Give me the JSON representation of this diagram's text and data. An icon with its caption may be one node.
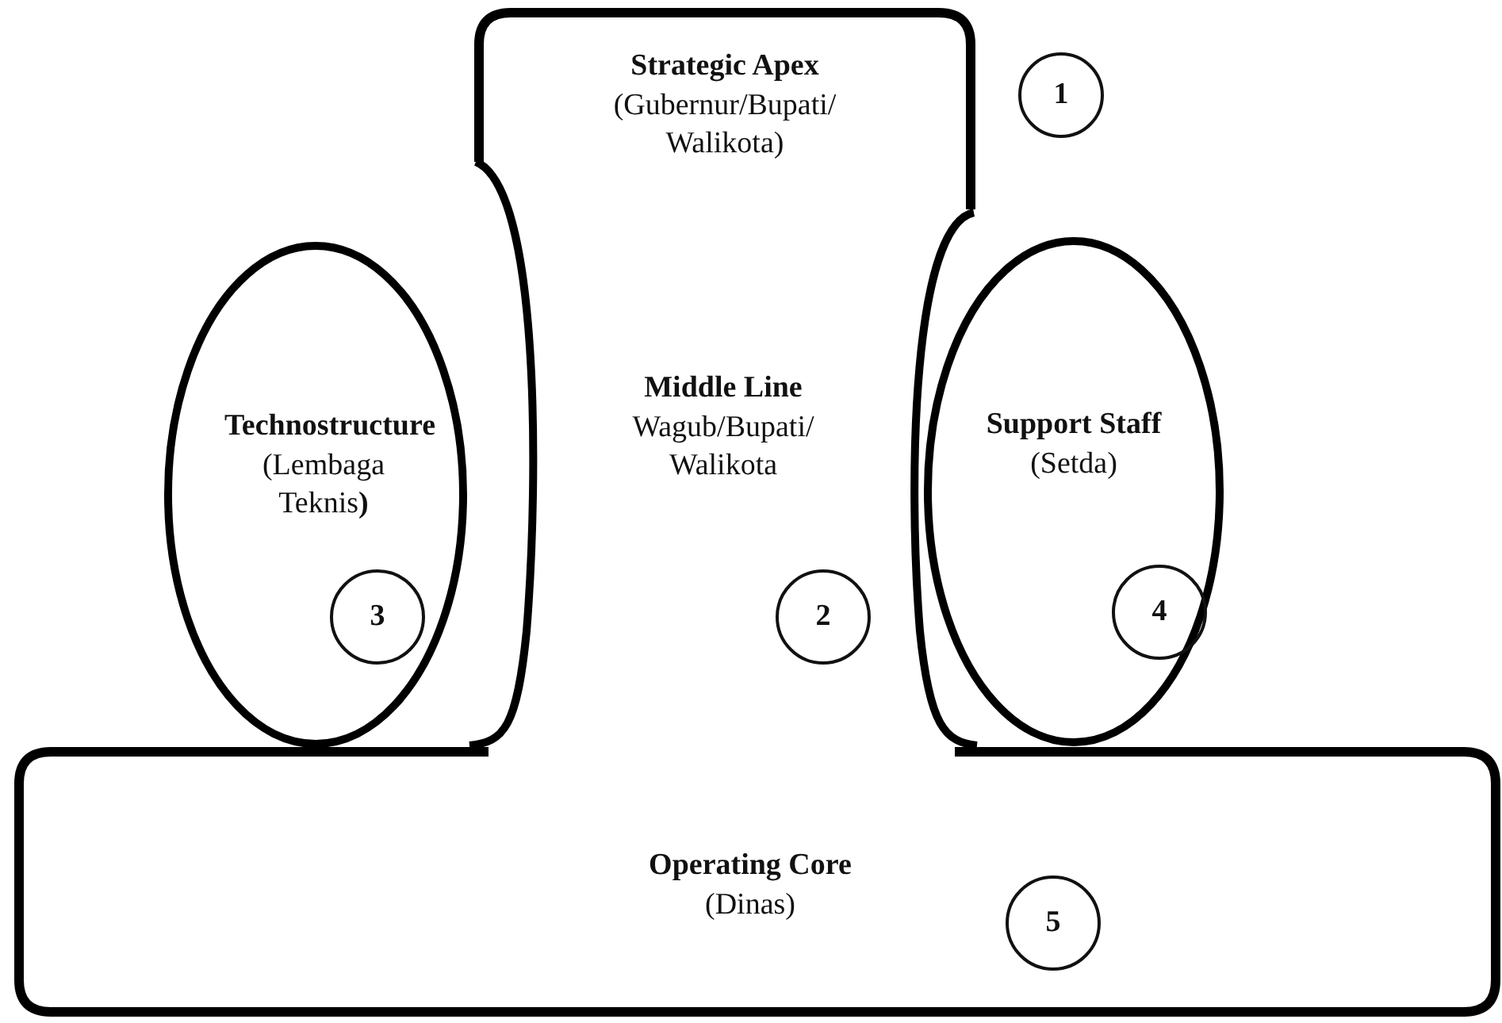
{
  "diagram": {
    "nodes": [
      {
        "text": [
          "Strategic Apex",
          "(Gubernur/Bupati/ Walikota)"
        ]
      },
      {
        "text": [
          "1"
        ]
      },
      {
        "text": [
          "Middle Line",
          "Wagub/Bupati/ Walikota"
        ]
      },
      {
        "text": [
          "2"
        ],
        "in": 2
      },
      {
        "text": [
          "Technostructure",
          "(Lembaga Teknis**)**"
        ]
      },
      {
        "text": [
          "3"
        ],
        "in": 4
      },
      {
        "text": [
          "Support Staff",
          "(Setda)"
        ]
      },
      {
        "text": [
          "4"
        ],
        "in": 6
      },
      {
        "text": [
          "Operating Core",
          "(Dinas)"
        ]
      },
      {
        "text": [
          "5"
        ],
        "in": 8
      }
    ]
  }
}
